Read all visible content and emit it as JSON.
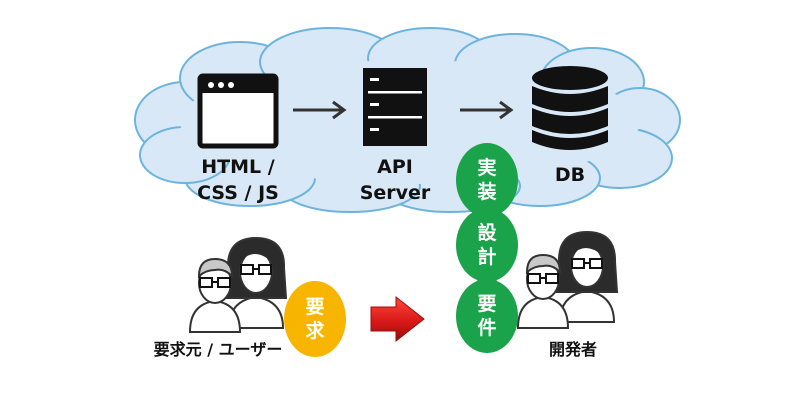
{
  "tiers": {
    "frontend": {
      "line1": "HTML /",
      "line2": "CSS / JS",
      "icon": "browser-window-icon"
    },
    "api": {
      "line1": "API",
      "line2": "Server",
      "icon": "server-rack-icon"
    },
    "db": {
      "label": "DB",
      "icon": "database-icon"
    }
  },
  "stages": {
    "implementation": {
      "char1": "実",
      "char2": "装"
    },
    "design": {
      "char1": "設",
      "char2": "計"
    },
    "requirements": {
      "char1": "要",
      "char2": "件"
    }
  },
  "request": {
    "char1": "要",
    "char2": "求"
  },
  "people": {
    "requesters": {
      "label": "要求元 / ユーザー",
      "icon": "users-icon"
    },
    "developers": {
      "label": "開発者",
      "icon": "users-icon"
    }
  },
  "colors": {
    "cloud_fill": "#d9e8f6",
    "cloud_stroke": "#6cb4dd",
    "stage_green": "#1aa34a",
    "request_yellow": "#f7b500",
    "big_arrow_red": "#d81818",
    "chevron_red": "#d8121a"
  }
}
